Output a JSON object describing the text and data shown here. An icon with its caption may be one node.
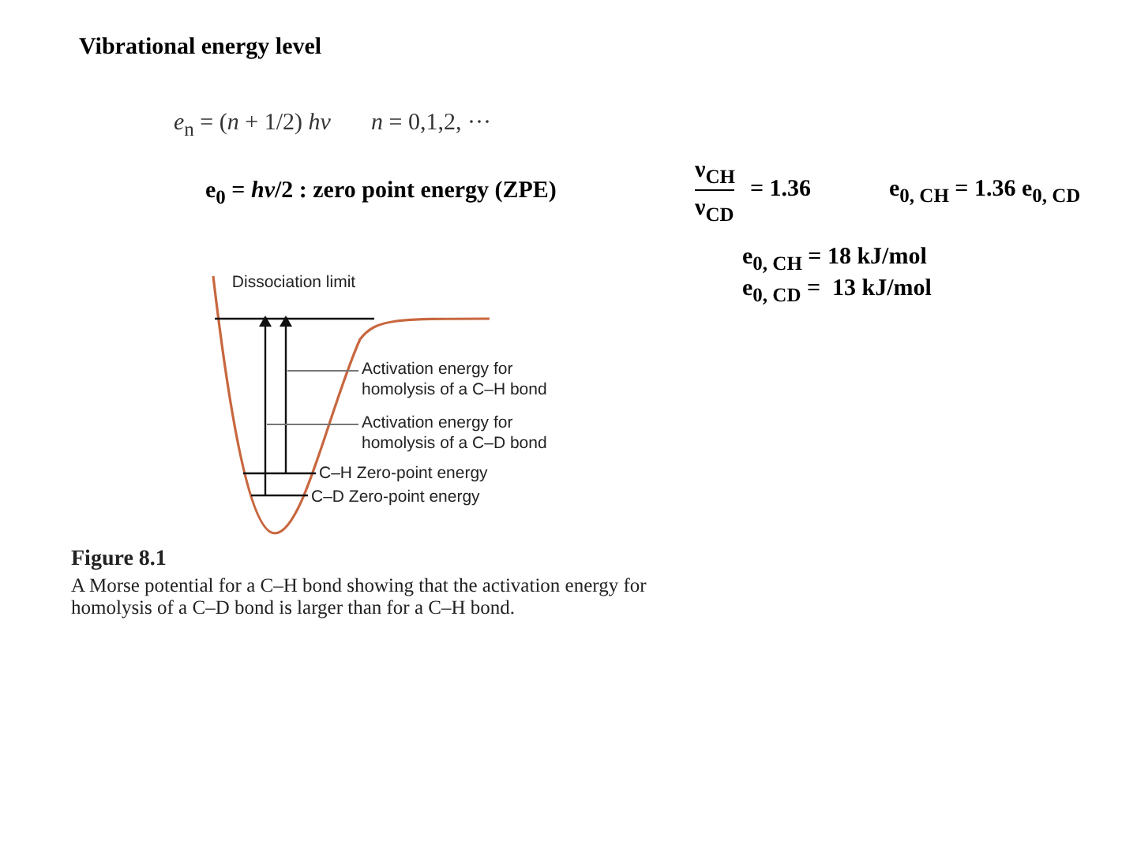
{
  "diagram": {
    "title": "Vibrational energy level",
    "caption": "A Morse potential for a C–H bond showing that the activation energy for homolysis of a C–D bond is larger than for a C–H bond.",
    "nodes": [
      {
        "text": [
          "Activation energy for homolysis of a C–H bond"
        ]
      },
      {
        "text": [
          "Activation energy for homolysis of a C–D bond"
        ]
      },
      {
        "text": [],
        "shape": "arrow"
      },
      {
        "text": [],
        "shape": "arrow"
      }
    ],
    "edges": [
      {
        "from": 0,
        "to": 3,
        "arrow": "none"
      },
      {
        "from": 1,
        "to": 2,
        "arrow": "none"
      }
    ],
    "labels": [
      "*e*$_{n}$ = (*n* + 1/2) *hν*",
      "*n* = 0,1,2, ···",
      "e$_{0}$ = *hν*/2 : zero point energy (ZPE)",
      "ν$_{CH}$",
      "ν$_{CD}$",
      "= 1.36",
      "e$_{0, CH}$ = 1.36 e$_{0, CD}$",
      "e$_{0, CH}$ = 18 kJ/mol",
      "e$_{0, CD}$ =  13 kJ/mol",
      "Dissociation limit",
      "C–H Zero-point energy",
      "C–D Zero-point energy",
      "Figure 8.1"
    ]
  }
}
